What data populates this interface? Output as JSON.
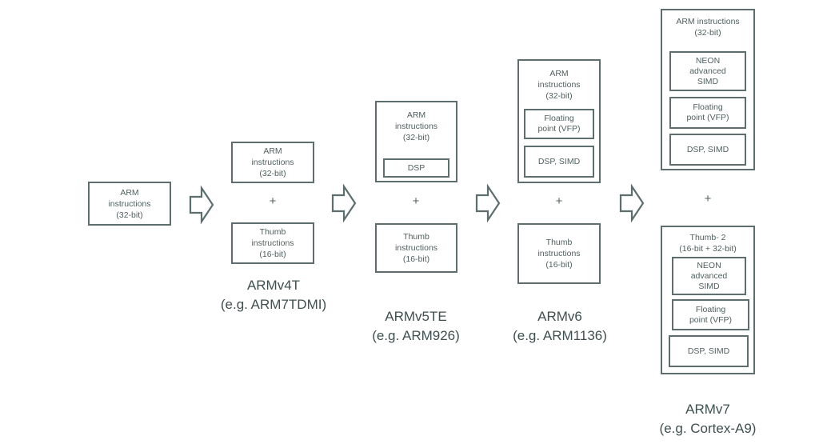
{
  "stages": [
    {
      "boxes": [
        {
          "lines": [
            "ARM",
            "instructions",
            "(32-bit)"
          ]
        }
      ]
    },
    {
      "top": {
        "lines": [
          "ARM",
          "instructions",
          "(32-bit)"
        ]
      },
      "plus": "+",
      "bottom": {
        "lines": [
          "Thumb",
          "instructions",
          "(16-bit)"
        ]
      },
      "caption": [
        "ARMv4T",
        "(e.g. ARM7TDMI)"
      ]
    },
    {
      "top": {
        "lines": [
          "ARM",
          "instructions",
          "(32-bit)"
        ],
        "inner": [
          "DSP"
        ]
      },
      "plus": "+",
      "bottom": {
        "lines": [
          "Thumb",
          "instructions",
          "(16-bit)"
        ]
      },
      "caption": [
        "ARMv5TE",
        "(e.g. ARM926)"
      ]
    },
    {
      "top": {
        "lines": [
          "ARM",
          "instructions",
          "(32-bit)"
        ],
        "inner": [
          [
            "Floating",
            "point (VFP)"
          ],
          [
            "DSP, SIMD"
          ]
        ]
      },
      "plus": "+",
      "bottom": {
        "lines": [
          "Thumb",
          "instructions",
          "(16-bit)"
        ]
      },
      "caption": [
        "ARMv6",
        "(e.g. ARM1136)"
      ]
    },
    {
      "top": {
        "lines": [
          "ARM instructions",
          "(32-bit)"
        ],
        "inner": [
          [
            "NEON",
            "advanced",
            "SIMD"
          ],
          [
            "Floating",
            "point (VFP)"
          ],
          [
            "DSP, SIMD"
          ]
        ]
      },
      "plus": "+",
      "bottom": {
        "lines": [
          "Thumb- 2",
          "(16-bit + 32-bit)"
        ],
        "inner": [
          [
            "NEON",
            "advanced",
            "SIMD"
          ],
          [
            "Floating",
            "point (VFP)"
          ],
          [
            "DSP, SIMD"
          ]
        ]
      },
      "caption": [
        "ARMv7",
        "(e.g. Cortex-A9)"
      ]
    }
  ],
  "colors": {
    "stroke": "#5e6e6e",
    "text": "#4f5f5f",
    "background": "#ffffff"
  },
  "icons": {
    "transition": "right-arrow-icon"
  }
}
